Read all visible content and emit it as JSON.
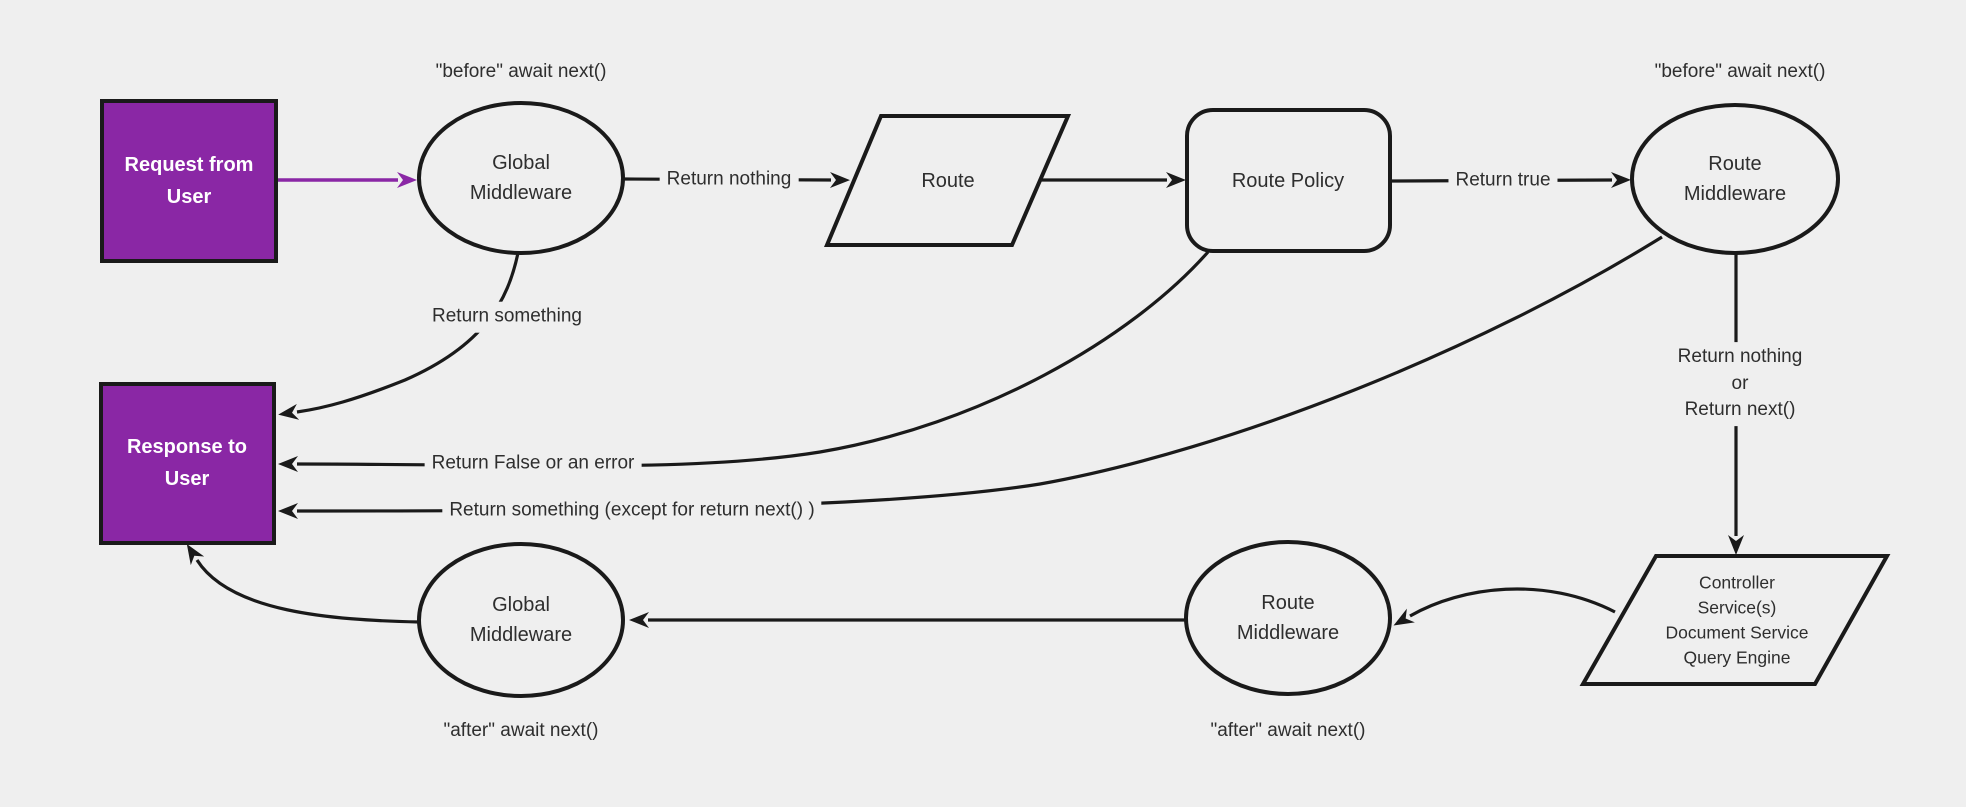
{
  "diagram": {
    "background": "#efefef",
    "stroke_color": "#1a1a1a",
    "accent_purple": "#8a27a5",
    "nodes": {
      "request": {
        "label": "Request from\nUser",
        "shape": "rectangle",
        "fill": "#8a27a5"
      },
      "global_middleware_top": {
        "label": "Global\nMiddleware",
        "shape": "ellipse"
      },
      "route": {
        "label": "Route",
        "shape": "parallelogram"
      },
      "route_policy": {
        "label": "Route Policy",
        "shape": "rounded-rectangle"
      },
      "route_middleware_top": {
        "label": "Route\nMiddleware",
        "shape": "ellipse"
      },
      "response": {
        "label": "Response to\nUser",
        "shape": "rectangle",
        "fill": "#8a27a5"
      },
      "controller": {
        "label": "Controller\nService(s)\nDocument Service\nQuery Engine",
        "shape": "parallelogram"
      },
      "route_middleware_bottom": {
        "label": "Route\nMiddleware",
        "shape": "ellipse"
      },
      "global_middleware_bottom": {
        "label": "Global\nMiddleware",
        "shape": "ellipse"
      }
    },
    "edge_labels": {
      "before_await_next_left": "\"before\" await next()",
      "before_await_next_right": "\"before\" await next()",
      "return_nothing": "Return nothing",
      "return_true": "Return true",
      "return_something": "Return something",
      "return_false_or_error": "Return False or an error",
      "return_something_except": "Return something (except for return next() )",
      "return_nothing_or_next": "Return nothing\nor\nReturn next()",
      "after_await_next_left": "\"after\" await next()",
      "after_await_next_right": "\"after\" await next()"
    }
  }
}
